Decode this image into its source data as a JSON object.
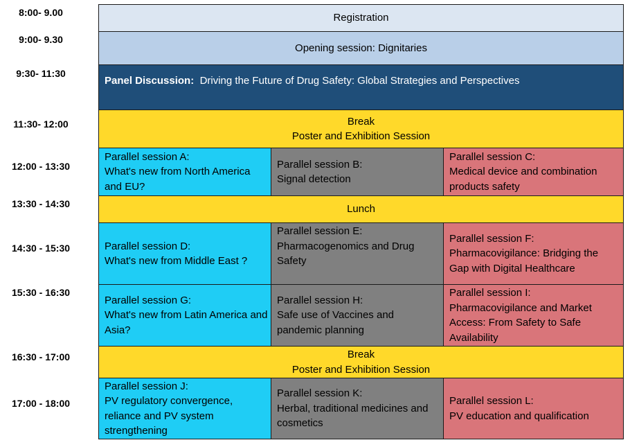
{
  "times": [
    "8:00- 9.00",
    "9:00- 9.30",
    "9:30- 11:30",
    "11:30- 12:00",
    "12:00 - 13:30",
    "13:30 - 14:30",
    "14:30 - 15:30",
    "15:30 - 16:30",
    "16:30 - 17:00",
    "17:00 - 18:00"
  ],
  "registration": "Registration",
  "opening": "Opening session: Dignitaries",
  "panel": {
    "label": "Panel Discussion:",
    "title": "Driving the Future of Drug Safety: Global Strategies and Perspectives"
  },
  "break1": {
    "line1": "Break",
    "line2": "Poster and Exhibition Session"
  },
  "lunch": "Lunch",
  "break2": {
    "line1": "Break",
    "line2": "Poster and Exhibition Session"
  },
  "sessions": {
    "a": "Parallel session A:\nWhat's new from North America and EU?",
    "b": "Parallel session B:\nSignal detection",
    "c": "Parallel session C:\nMedical device and combination products safety",
    "d": "Parallel session D:\nWhat's new from Middle East ?",
    "e": "Parallel session E:\nPharmacogenomics and Drug Safety",
    "f": "Parallel session F:\nPharmacovigilance: Bridging the Gap with Digital Healthcare",
    "g": "Parallel session G:\nWhat's new from Latin America and Asia?",
    "h": "Parallel session H:\nSafe use of Vaccines and pandemic planning",
    "i": "Parallel session I:\nPharmacovigilance and Market Access: From Safety to Safe Availability",
    "j": "Parallel session J:\nPV regulatory convergence, reliance and PV system strengthening",
    "k": "Parallel session K:\nHerbal, traditional medicines and cosmetics",
    "l": "Parallel session L:\nPV education and qualification"
  },
  "colors": {
    "registration": "#dce6f2",
    "opening": "#b9cfe8",
    "panel": "#1f4e79",
    "break": "#ffd92a",
    "track1": "#1fcdf5",
    "track2": "#808080",
    "track3": "#d9757a"
  }
}
